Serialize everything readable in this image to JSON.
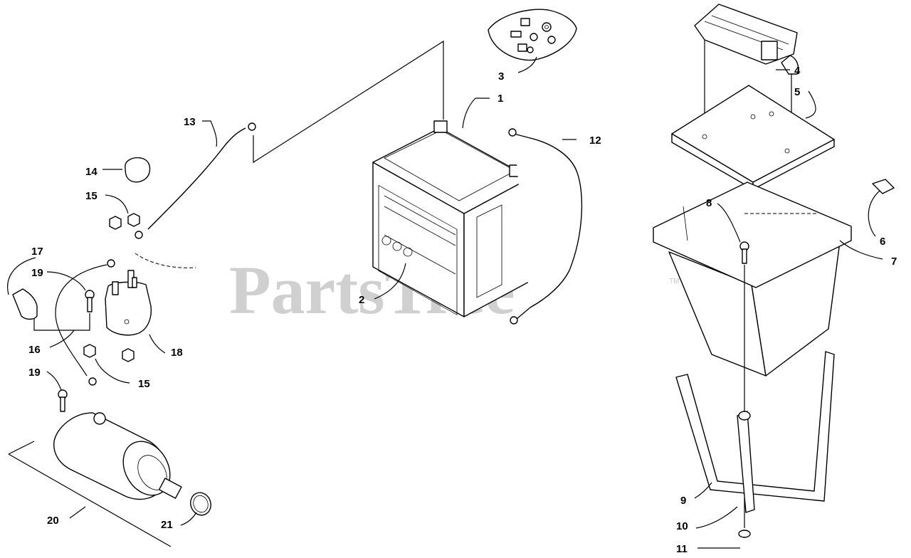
{
  "watermark": {
    "text": "PartsTree",
    "tm": "TM"
  },
  "callouts": [
    {
      "id": "1",
      "label": "1"
    },
    {
      "id": "2",
      "label": "2"
    },
    {
      "id": "3",
      "label": "3"
    },
    {
      "id": "4",
      "label": "4"
    },
    {
      "id": "5",
      "label": "5"
    },
    {
      "id": "6",
      "label": "6"
    },
    {
      "id": "7",
      "label": "7"
    },
    {
      "id": "8",
      "label": "8"
    },
    {
      "id": "9",
      "label": "9"
    },
    {
      "id": "10",
      "label": "10"
    },
    {
      "id": "11",
      "label": "11"
    },
    {
      "id": "12",
      "label": "12"
    },
    {
      "id": "13",
      "label": "13"
    },
    {
      "id": "14",
      "label": "14"
    },
    {
      "id": "15a",
      "label": "15"
    },
    {
      "id": "15b",
      "label": "15"
    },
    {
      "id": "16",
      "label": "16"
    },
    {
      "id": "17",
      "label": "17"
    },
    {
      "id": "18",
      "label": "18"
    },
    {
      "id": "19a",
      "label": "19"
    },
    {
      "id": "19b",
      "label": "19"
    },
    {
      "id": "20",
      "label": "20"
    },
    {
      "id": "21",
      "label": "21"
    }
  ]
}
